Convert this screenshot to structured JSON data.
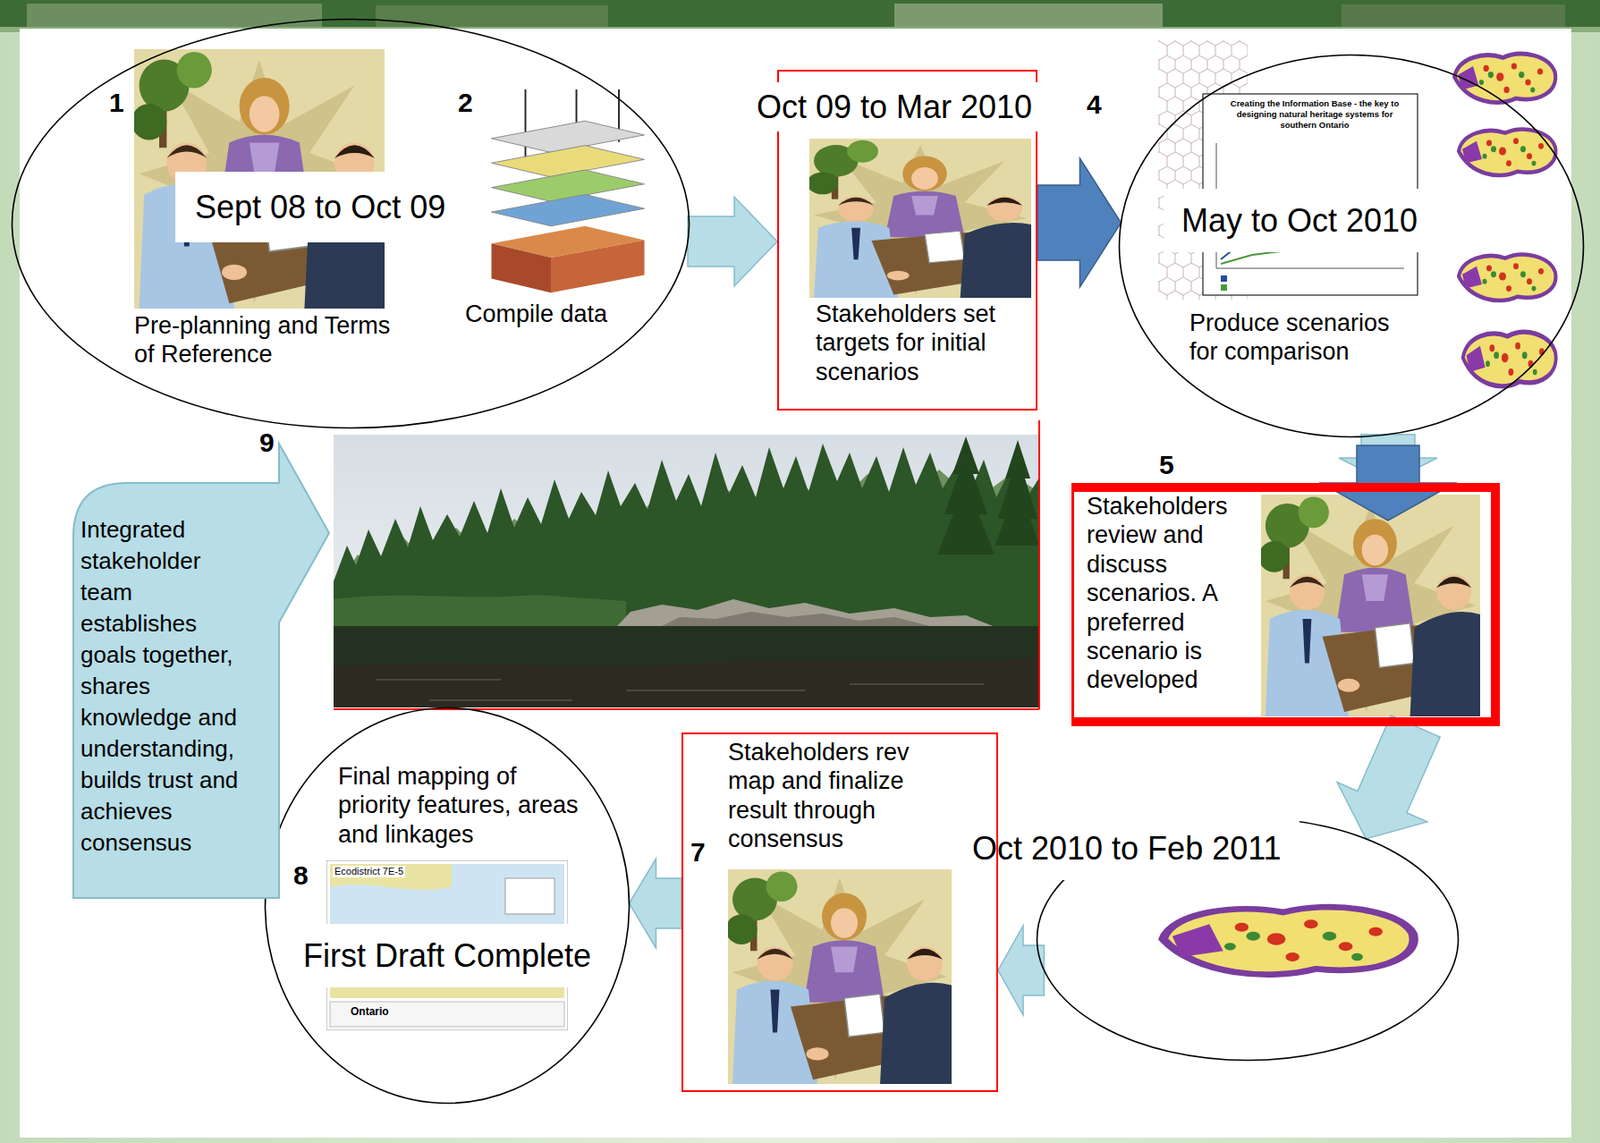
{
  "diagram": {
    "nodes": [
      {
        "text": [
          "Sept 08 to Oct 09",
          "Pre-planning and Terms of Reference",
          "Compile data"
        ]
      },
      {
        "text": [
          "Oct 09 to Mar 2010",
          "Stakeholders set targets for initial scenarios"
        ]
      },
      {
        "text": [
          "May to Oct 2010",
          "Produce scenarios for comparison"
        ]
      },
      {
        "text": [
          "Stakeholders review and discuss scenarios. A preferred scenario is developed"
        ]
      },
      {
        "text": [
          "Oct 2010 to Feb 2011"
        ]
      },
      {
        "text": [
          "Stakeholders rev map and finalize result through consensus"
        ]
      },
      {
        "text": [
          "Final mapping of priority features, areas and linkages",
          "First Draft Complete"
        ]
      },
      {
        "text": [
          "Integrated stakeholder team establishes goals together, shares knowledge and understanding, builds trust and achieves consensus"
        ]
      }
    ],
    "edges": [
      {
        "from": 0,
        "to": 1,
        "arrow": "to"
      },
      {
        "from": 1,
        "to": 2,
        "arrow": "to"
      },
      {
        "from": 2,
        "to": 3,
        "arrow": "to"
      },
      {
        "from": 3,
        "to": 4,
        "arrow": "to"
      },
      {
        "from": 4,
        "to": 5,
        "arrow": "to"
      },
      {
        "from": 5,
        "to": 6,
        "arrow": "to"
      }
    ],
    "labels": [
      "1",
      "2",
      "4",
      "Creating the Information Base - the key to designing natural heritage systems for southern Ontario",
      "5",
      "9",
      "7",
      "8",
      "Ecodistrict 7E-5",
      "Ontario"
    ]
  }
}
